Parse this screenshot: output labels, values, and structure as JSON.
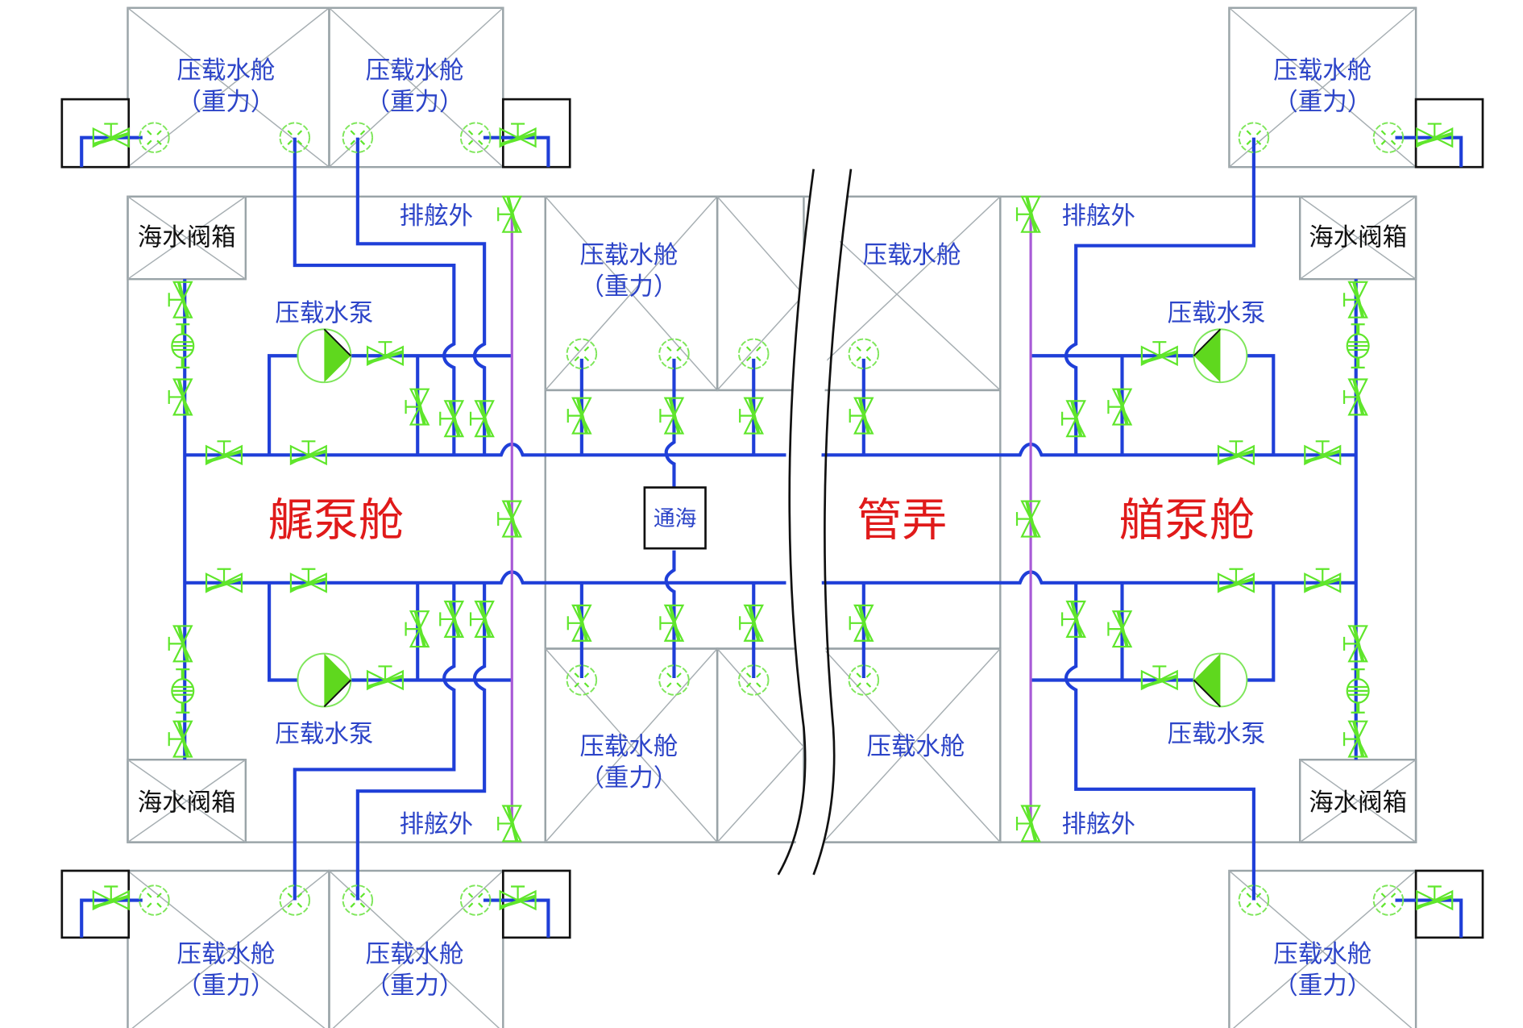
{
  "diagram": {
    "title": "Ballast water system schematic",
    "compartments": {
      "aft_pump_room": "艉泵舱",
      "pipe_tunnel": "管弄",
      "fore_pump_room": "艏泵舱"
    },
    "labels": {
      "ballast_tank": "压载水舱",
      "gravity": "（重力）",
      "ballast_pump": "压载水泵",
      "sea_chest": "海水阀箱",
      "overboard": "排舷外",
      "sea_connection": "通海"
    },
    "colors": {
      "pipe": "#1f3fd8",
      "valve": "#5fe62b",
      "discharge_line": "#a85ad6",
      "compartment_label": "#e01a1a",
      "tank_label": "#2c44c8",
      "walls": "#9aa4a8"
    },
    "tanks": [
      {
        "id": "top-left-1",
        "name": "压载水舱",
        "sub": "（重力）"
      },
      {
        "id": "top-left-2",
        "name": "压载水舱",
        "sub": "（重力）"
      },
      {
        "id": "top-right",
        "name": "压载水舱",
        "sub": "（重力）"
      },
      {
        "id": "mid-upper-left",
        "name": "压载水舱",
        "sub": "（重力）"
      },
      {
        "id": "mid-upper-right",
        "name": "压载水舱",
        "sub": ""
      },
      {
        "id": "mid-lower-left",
        "name": "压载水舱",
        "sub": "（重力）"
      },
      {
        "id": "mid-lower-right",
        "name": "压载水舱",
        "sub": ""
      },
      {
        "id": "bottom-left-1",
        "name": "压载水舱",
        "sub": "（重力）"
      },
      {
        "id": "bottom-left-2",
        "name": "压载水舱",
        "sub": "（重力）"
      },
      {
        "id": "bottom-right",
        "name": "压载水舱",
        "sub": "（重力）"
      }
    ]
  }
}
